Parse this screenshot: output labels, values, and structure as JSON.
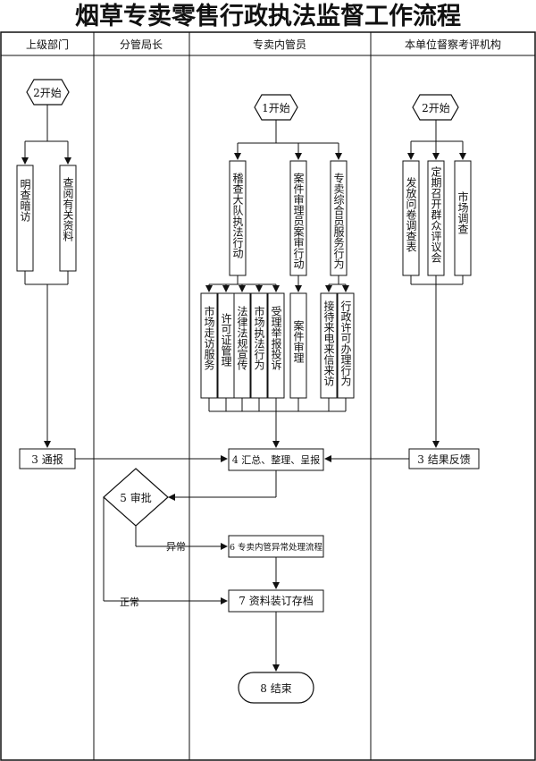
{
  "title": "烟草专卖零售行政执法监督工作流程",
  "lanes": [
    "上级部门",
    "分管局长",
    "专卖内管员",
    "本单位督察考评机构"
  ],
  "nodes": {
    "start_left": "2开始",
    "start_mid": "1开始",
    "start_right": "2开始",
    "l_a": "明查暗访",
    "l_b": "查阅有关资料",
    "m_a": "稽查大队执法行动",
    "m_b": "案件审理员案审行动",
    "m_c": "专卖综合员服务行为",
    "s1": "市场走访服务",
    "s2": "许可证管理",
    "s3": "法律法规宣传",
    "s4": "市场执法行为",
    "s5": "受理举报投诉",
    "s6": "案件审理",
    "s7": "接待来电来信来访",
    "s8": "行政许可办理行为",
    "r_a": "发放问卷调查表",
    "r_b": "定期召开群众评议会",
    "r_c": "市场调查",
    "report": "3  通报",
    "summary": "4  汇总、整理、呈报",
    "feedback": "3  结果反馈",
    "approve": "5  审批",
    "abnormal_label": "异常",
    "abnormal": "6  专卖内管异常处理流程",
    "normal_label": "正常",
    "archive": "7  资料装订存档",
    "end": "8  结束"
  }
}
